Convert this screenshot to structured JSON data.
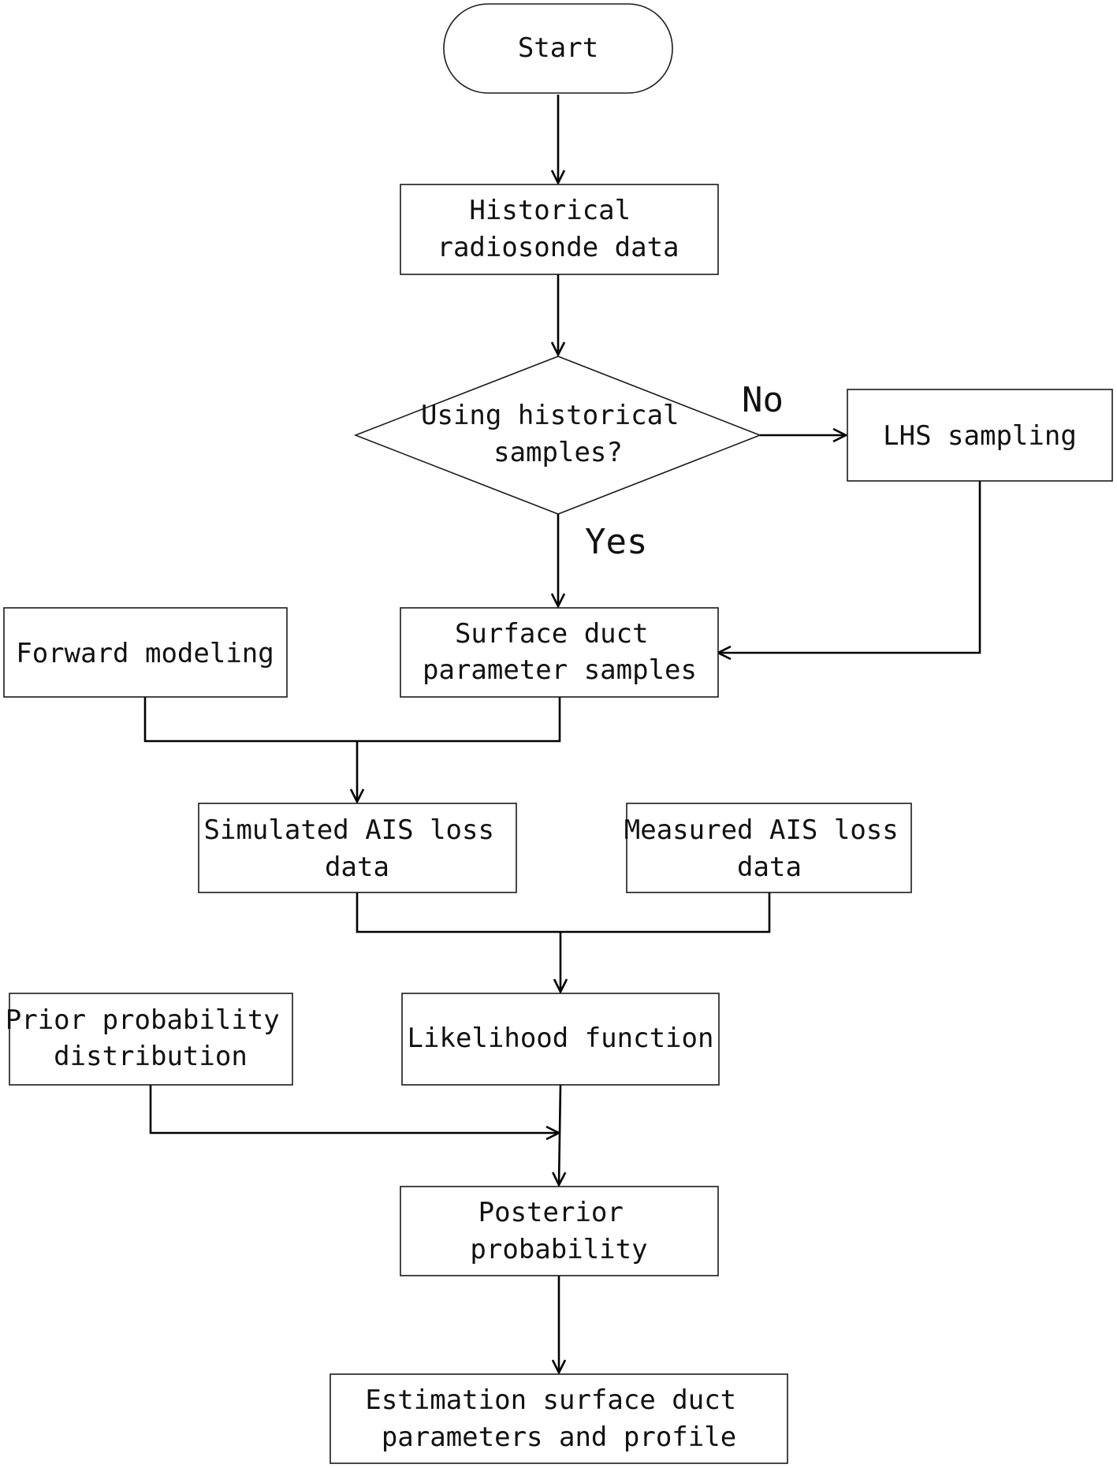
{
  "nodes": {
    "start": {
      "lines": [
        "Start"
      ]
    },
    "historical": {
      "lines": [
        "Historical",
        "radiosonde data"
      ]
    },
    "decision": {
      "lines": [
        "Using historical",
        "samples?"
      ]
    },
    "lhs": {
      "lines": [
        "LHS sampling"
      ]
    },
    "samples": {
      "lines": [
        "Surface duct",
        "parameter samples"
      ]
    },
    "forward": {
      "lines": [
        "Forward modeling"
      ]
    },
    "simulated": {
      "lines": [
        "Simulated AIS loss",
        "data"
      ]
    },
    "measured": {
      "lines": [
        "Measured AIS loss",
        "data"
      ]
    },
    "prior": {
      "lines": [
        "Prior probability",
        "distribution"
      ]
    },
    "likelihood": {
      "lines": [
        "Likelihood function"
      ]
    },
    "posterior": {
      "lines": [
        "Posterior",
        "probability"
      ]
    },
    "estimation": {
      "lines": [
        "Estimation surface duct",
        "parameters and profile"
      ]
    }
  },
  "branch_labels": {
    "no": "No",
    "yes": "Yes"
  },
  "colors": {
    "stroke": "#000000",
    "text": "#111111",
    "background": "#ffffff"
  }
}
